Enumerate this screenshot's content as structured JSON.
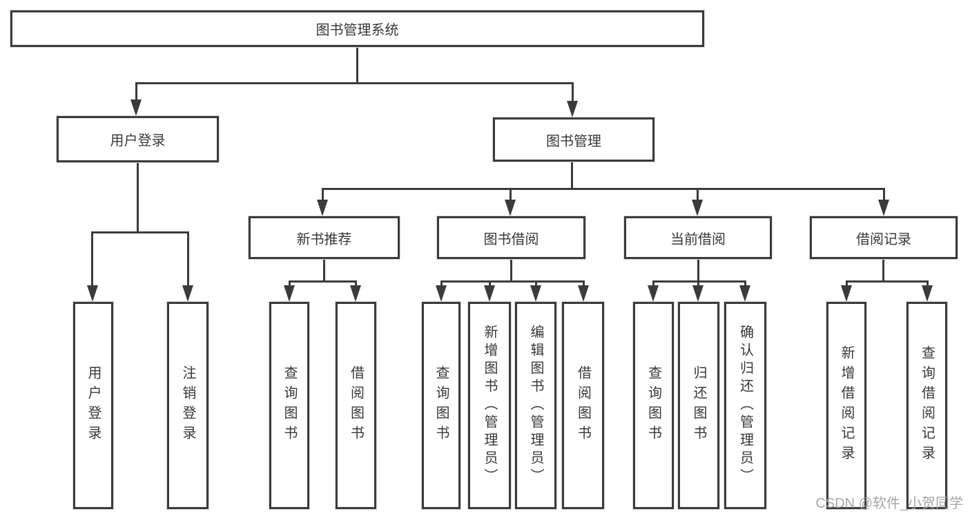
{
  "colors": {
    "line": "#3b3b3b",
    "text": "#383838",
    "watermark": "#a0a0a0"
  },
  "nodes": {
    "root": "图书管理系统",
    "user_login": "用户登录",
    "book_mgmt": "图书管理",
    "new_book": "新书推荐",
    "book_borrow": "图书借阅",
    "current_borrow": "当前借阅",
    "borrow_record": "借阅记录",
    "leaf_user_login": "用户登录",
    "leaf_logout": "注销登录",
    "leaf_nb_query": "查询图书",
    "leaf_nb_borrow": "借阅图书",
    "leaf_bb_query": "查询图书",
    "leaf_bb_add": "新增图书（管理员）",
    "leaf_bb_edit": "编辑图书（管理员）",
    "leaf_bb_borrow": "借阅图书",
    "leaf_cb_query": "查询图书",
    "leaf_cb_return": "归还图书",
    "leaf_cb_confirm": "确认归还（管理员）",
    "leaf_br_add": "新增借阅记录",
    "leaf_br_query": "查询借阅记录"
  },
  "watermark": "CSDN @软件_小贺同学"
}
